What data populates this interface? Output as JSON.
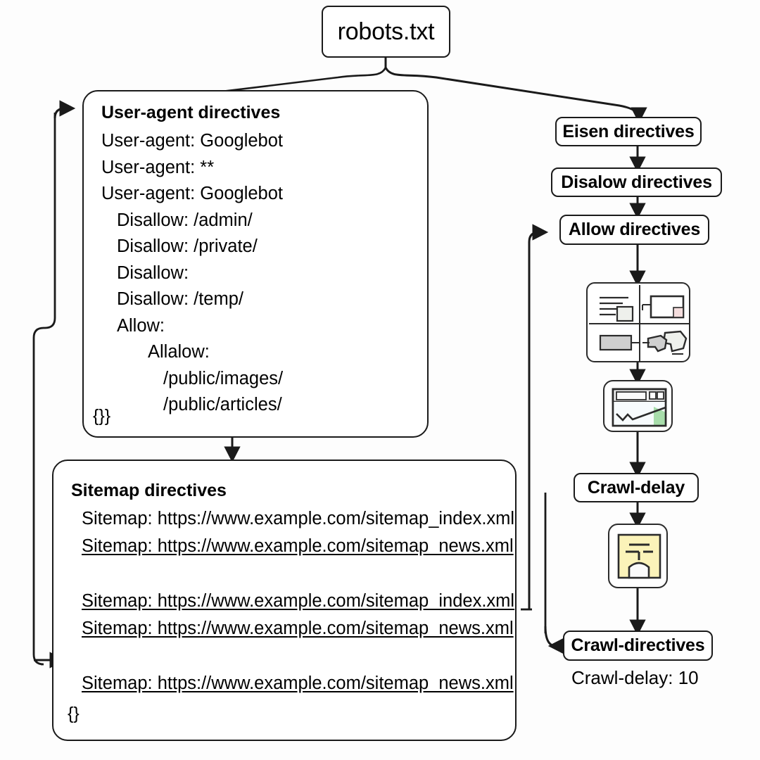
{
  "diagram": {
    "type": "flowchart",
    "title_node": {
      "label": "robots.txt"
    },
    "user_agent_block": {
      "title": "User-agent directives",
      "lines": [
        {
          "text": "User-agent: Googlebot",
          "indent": 0
        },
        {
          "text": "User-agent: **",
          "indent": 0
        },
        {
          "text": "User-agent: Googlebot",
          "indent": 0
        },
        {
          "text": "Disallow: /admin/",
          "indent": 1
        },
        {
          "text": "Disallow: /private/",
          "indent": 1
        },
        {
          "text": "Disallow:",
          "indent": 1
        },
        {
          "text": "Disallow: /temp/",
          "indent": 1
        },
        {
          "text": "Allow:",
          "indent": 1
        },
        {
          "text": "Allalow:",
          "indent": 3
        },
        {
          "text": "/public/images/",
          "indent": 4
        },
        {
          "text": "/public/articles/",
          "indent": 4
        }
      ],
      "closing": "{}}"
    },
    "sitemap_block": {
      "title": "Sitemap directives",
      "lines": [
        {
          "text": "Sitemap: https://www.example.com/sitemap_index.xml",
          "underline": false
        },
        {
          "text": "Sitemap: https://www.example.com/sitemap_news.xml",
          "underline": true
        },
        {
          "text": "",
          "underline": false
        },
        {
          "text": "Sitemap: https://www.example.com/sitemap_index.xml",
          "underline": true
        },
        {
          "text": "Sitemap: https://www.example.com/sitemap_news.xml",
          "underline": true
        },
        {
          "text": "",
          "underline": false
        },
        {
          "text": "Sitemap: https://www.example.com/sitemap_news.xml",
          "underline": true
        }
      ],
      "closing": "{}"
    },
    "right_column": {
      "eisen": "Eisen directives",
      "disalow": "Disalow directives",
      "allow": "Allow directives",
      "crawl_delay": "Crawl-delay",
      "crawl_directives": "Crawl-directives",
      "crawl_delay_value": "Crawl-delay: 10"
    },
    "icons": {
      "grid_icon": "four-panel-grid-icon",
      "chart_icon": "chart-window-icon",
      "yellow_icon": "yellow-form-icon"
    },
    "colors": {
      "stroke": "#1a1a1a",
      "background": "#fdfdfd",
      "node_fill": "#ffffff",
      "icon_green": "#a8ddab",
      "icon_yellow": "#fbf3b9",
      "icon_gray": "#cfcfcf",
      "icon_pink": "#f5dede"
    }
  }
}
